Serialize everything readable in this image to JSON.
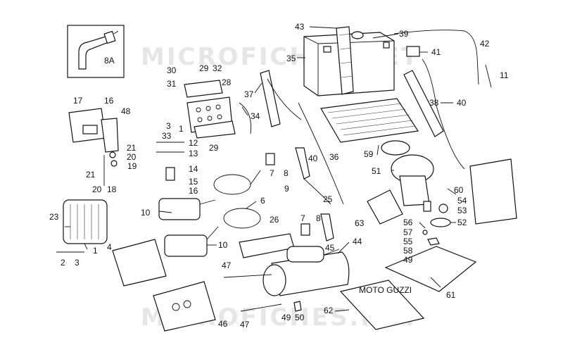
{
  "watermark": [
    "MICROFICHES.NET",
    "MICROFICHES.NET"
  ],
  "brand_plate": "MOTO GUZZI",
  "labels": [
    {
      "id": "8A",
      "text": "8A"
    },
    {
      "id": "43",
      "text": "43"
    },
    {
      "id": "39",
      "text": "39"
    },
    {
      "id": "42",
      "text": "42"
    },
    {
      "id": "35",
      "text": "35"
    },
    {
      "id": "41",
      "text": "41"
    },
    {
      "id": "11",
      "text": "11"
    },
    {
      "id": "30",
      "text": "30"
    },
    {
      "id": "29",
      "text": "29"
    },
    {
      "id": "32",
      "text": "32"
    },
    {
      "id": "31",
      "text": "31"
    },
    {
      "id": "28",
      "text": "28"
    },
    {
      "id": "17",
      "text": "17"
    },
    {
      "id": "16a",
      "text": "16"
    },
    {
      "id": "48",
      "text": "48"
    },
    {
      "id": "37",
      "text": "37"
    },
    {
      "id": "34",
      "text": "34"
    },
    {
      "id": "38",
      "text": "38"
    },
    {
      "id": "40a",
      "text": "40"
    },
    {
      "id": "3a",
      "text": "3"
    },
    {
      "id": "1a",
      "text": "1"
    },
    {
      "id": "33",
      "text": "33"
    },
    {
      "id": "29b",
      "text": "29"
    },
    {
      "id": "12",
      "text": "12"
    },
    {
      "id": "13",
      "text": "13"
    },
    {
      "id": "21a",
      "text": "21"
    },
    {
      "id": "20a",
      "text": "20"
    },
    {
      "id": "19",
      "text": "19"
    },
    {
      "id": "21b",
      "text": "21"
    },
    {
      "id": "20b",
      "text": "20"
    },
    {
      "id": "18",
      "text": "18"
    },
    {
      "id": "36",
      "text": "36"
    },
    {
      "id": "59",
      "text": "59"
    },
    {
      "id": "40b",
      "text": "40"
    },
    {
      "id": "7a",
      "text": "7"
    },
    {
      "id": "8a",
      "text": "8"
    },
    {
      "id": "14",
      "text": "14"
    },
    {
      "id": "51",
      "text": "51"
    },
    {
      "id": "15",
      "text": "15"
    },
    {
      "id": "16b",
      "text": "16"
    },
    {
      "id": "9",
      "text": "9"
    },
    {
      "id": "25",
      "text": "25"
    },
    {
      "id": "6",
      "text": "6"
    },
    {
      "id": "60",
      "text": "60"
    },
    {
      "id": "54",
      "text": "54"
    },
    {
      "id": "10a",
      "text": "10"
    },
    {
      "id": "53",
      "text": "53"
    },
    {
      "id": "23",
      "text": "23"
    },
    {
      "id": "26",
      "text": "26"
    },
    {
      "id": "7b",
      "text": "7"
    },
    {
      "id": "8b",
      "text": "8"
    },
    {
      "id": "63",
      "text": "63"
    },
    {
      "id": "56",
      "text": "56"
    },
    {
      "id": "52",
      "text": "52"
    },
    {
      "id": "57",
      "text": "57"
    },
    {
      "id": "10b",
      "text": "10"
    },
    {
      "id": "55",
      "text": "55"
    },
    {
      "id": "4",
      "text": "4"
    },
    {
      "id": "1b",
      "text": "1"
    },
    {
      "id": "45",
      "text": "45"
    },
    {
      "id": "44",
      "text": "44"
    },
    {
      "id": "58",
      "text": "58"
    },
    {
      "id": "2",
      "text": "2"
    },
    {
      "id": "3b",
      "text": "3"
    },
    {
      "id": "49a",
      "text": "49"
    },
    {
      "id": "47a",
      "text": "47"
    },
    {
      "id": "61",
      "text": "61"
    },
    {
      "id": "62",
      "text": "62"
    },
    {
      "id": "46",
      "text": "46"
    },
    {
      "id": "47b",
      "text": "47"
    },
    {
      "id": "49b",
      "text": "49"
    },
    {
      "id": "50",
      "text": "50"
    }
  ]
}
